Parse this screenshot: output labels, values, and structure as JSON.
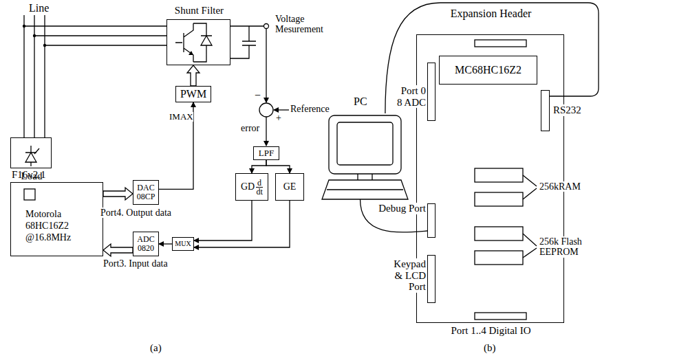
{
  "diagram": {
    "nodes": [
      {
        "text": [
          "Shunt Filter"
        ]
      },
      {
        "text": [
          "Load"
        ]
      },
      {
        "text": [
          "PWM"
        ]
      },
      {
        "text": [
          "LPF"
        ]
      },
      {
        "text": [
          "GD",
          "d",
          "dt"
        ]
      },
      {
        "text": [
          "GE"
        ]
      },
      {
        "text": [
          "MUX"
        ]
      },
      {
        "text": [
          "ADC",
          "0820"
        ]
      },
      {
        "text": [
          "DAC",
          "08CP"
        ]
      },
      {
        "text": [
          "F16v2.1",
          "Motorola 68HC16Z2 @16.8MHz"
        ]
      },
      {
        "text": [
          "PC"
        ]
      },
      {
        "text": [
          "Expansion Header",
          "Port 1..4 Digital IO"
        ]
      },
      {
        "text": [
          "Port 0 8 ADC"
        ],
        "in": 11
      },
      {
        "text": [
          "MC68HC16Z2"
        ],
        "in": 11
      },
      {
        "text": [
          "RS232"
        ],
        "in": 11
      },
      {
        "text": [
          "Debug Port"
        ],
        "in": 11
      },
      {
        "text": [
          "Keypad & LCD Port"
        ],
        "in": 11
      }
    ],
    "edges": [
      {
        "from": 2,
        "to": 0,
        "arrow": "to"
      },
      {
        "from": 8,
        "to": 2,
        "label": "IMAX",
        "arrow": "to"
      },
      {
        "from": 3,
        "to": 4,
        "arrow": "to"
      },
      {
        "from": 3,
        "to": 5,
        "arrow": "to"
      },
      {
        "from": 4,
        "to": 6,
        "arrow": "to"
      },
      {
        "from": 5,
        "to": 6,
        "arrow": "to"
      },
      {
        "from": 6,
        "to": 7,
        "arrow": "to"
      },
      {
        "from": 7,
        "to": 9,
        "arrow": "to"
      },
      {
        "from": 9,
        "to": 8,
        "arrow": "to"
      },
      {
        "from": 10,
        "to": 14,
        "arrow": "none"
      },
      {
        "from": 10,
        "to": 15,
        "arrow": "none"
      }
    ],
    "labels": [
      "Line",
      "Voltage Mesurement",
      "−",
      "Reference",
      "+",
      "error",
      "Port4. Output data",
      "Port3. Input data",
      "(a)",
      "256kRAM",
      "256k Flash EEPROM",
      "(b)"
    ]
  }
}
